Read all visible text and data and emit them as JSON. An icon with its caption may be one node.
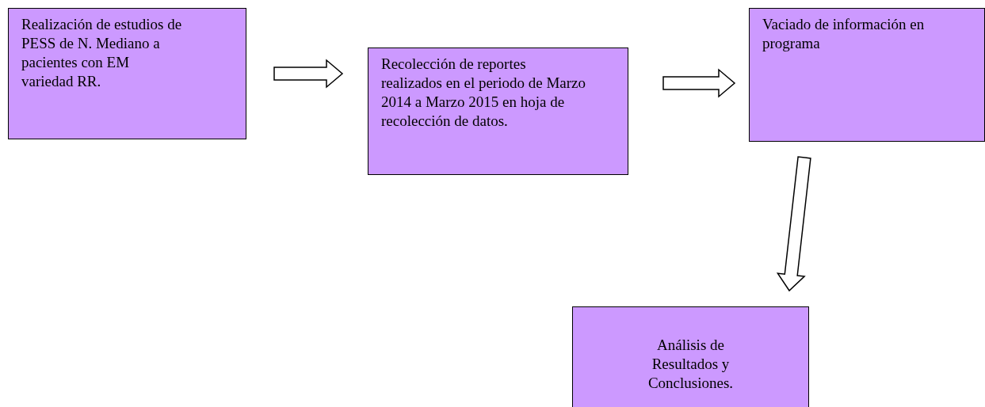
{
  "diagram": {
    "nodes": [
      {
        "text": [
          "Realización de estudios de PESS de N. Mediano a pacientes con EM variedad RR."
        ]
      },
      {
        "text": [
          "Recolección de reportes realizados en el periodo de Marzo 2014 a Marzo 2015 en hoja de recolección de datos."
        ]
      },
      {
        "text": [
          "Vaciado de información en programa"
        ]
      },
      {
        "text": [
          "Análisis de Resultados y Conclusiones."
        ]
      }
    ],
    "edges": [
      {
        "from": 0,
        "to": 1,
        "arrow": "to"
      },
      {
        "from": 1,
        "to": 2,
        "arrow": "to"
      },
      {
        "from": 2,
        "to": 3,
        "arrow": "to"
      }
    ]
  }
}
